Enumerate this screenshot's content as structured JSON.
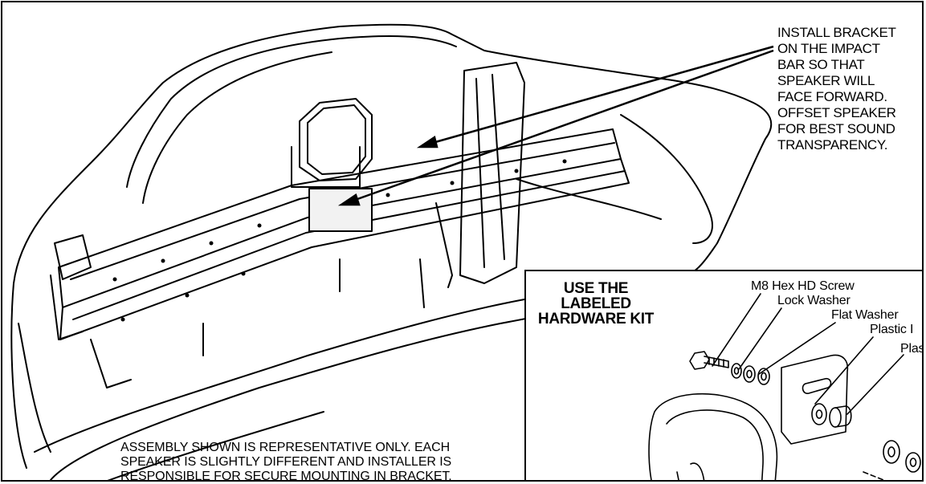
{
  "callout": {
    "lines": [
      "INSTALL BRACKET",
      "ON THE IMPACT",
      "BAR SO THAT",
      "SPEAKER WILL",
      "FACE FORWARD.",
      "OFFSET SPEAKER",
      "FOR BEST SOUND",
      "TRANSPARENCY."
    ]
  },
  "note": {
    "lines": [
      "ASSEMBLY SHOWN IS REPRESENTATIVE ONLY. EACH",
      "SPEAKER IS SLIGHTLY DIFFERENT AND INSTALLER IS",
      "RESPONSIBLE FOR SECURE MOUNTING IN BRACKET."
    ]
  },
  "inset": {
    "title_lines": [
      "USE THE",
      "LABELED",
      "HARDWARE KIT"
    ],
    "parts": [
      "M8 Hex HD Screw",
      "Lock Washer",
      "Flat Washer",
      "Plastic I",
      "Plast"
    ]
  },
  "colors": {
    "line": "#000000",
    "background": "#ffffff",
    "bracket_fill": "#f2f2f2"
  }
}
